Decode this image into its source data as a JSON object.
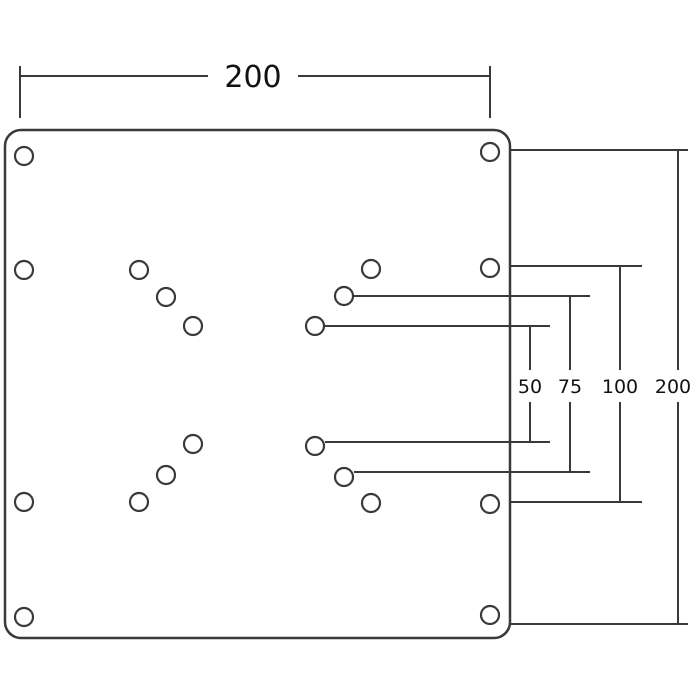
{
  "diagram": {
    "top_dimension": "200",
    "side_dimensions": [
      "50",
      "75",
      "100",
      "200"
    ],
    "colors": {
      "line": "#3a3a3a",
      "hole_stroke": "#3a3a3a",
      "background": "#ffffff"
    }
  }
}
